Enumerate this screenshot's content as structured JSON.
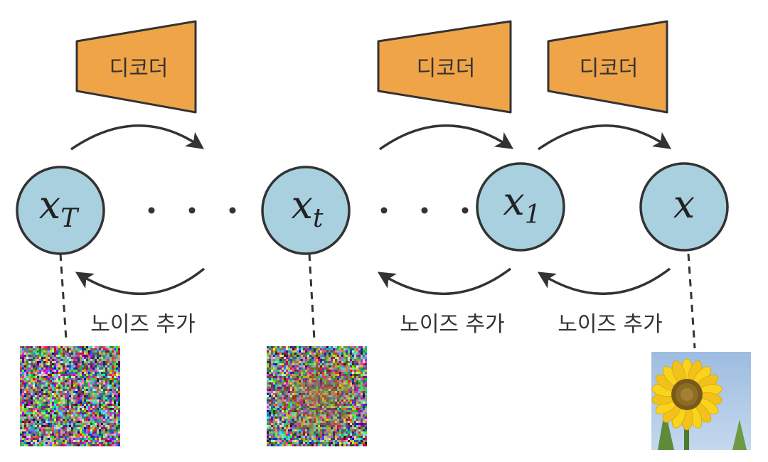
{
  "colors": {
    "decoder_fill": "#F0A448",
    "node_fill": "#A9D0DF",
    "stroke": "#333333"
  },
  "decoders": [
    {
      "label": "디코더"
    },
    {
      "label": "디코더"
    },
    {
      "label": "디코더"
    }
  ],
  "nodes": [
    {
      "var": "x",
      "sub": "T"
    },
    {
      "var": "x",
      "sub": "t"
    },
    {
      "var": "x",
      "sub": "1"
    },
    {
      "var": "x",
      "sub": ""
    }
  ],
  "noise_labels": [
    {
      "label": "노이즈 추가"
    },
    {
      "label": "노이즈 추가"
    },
    {
      "label": "노이즈 추가"
    }
  ],
  "images": [
    {
      "name": "pure-noise-image",
      "noise_level": 1.0
    },
    {
      "name": "partially-noised-image",
      "noise_level": 0.8
    },
    {
      "name": "sunflower-image",
      "noise_level": 0.0
    }
  ]
}
